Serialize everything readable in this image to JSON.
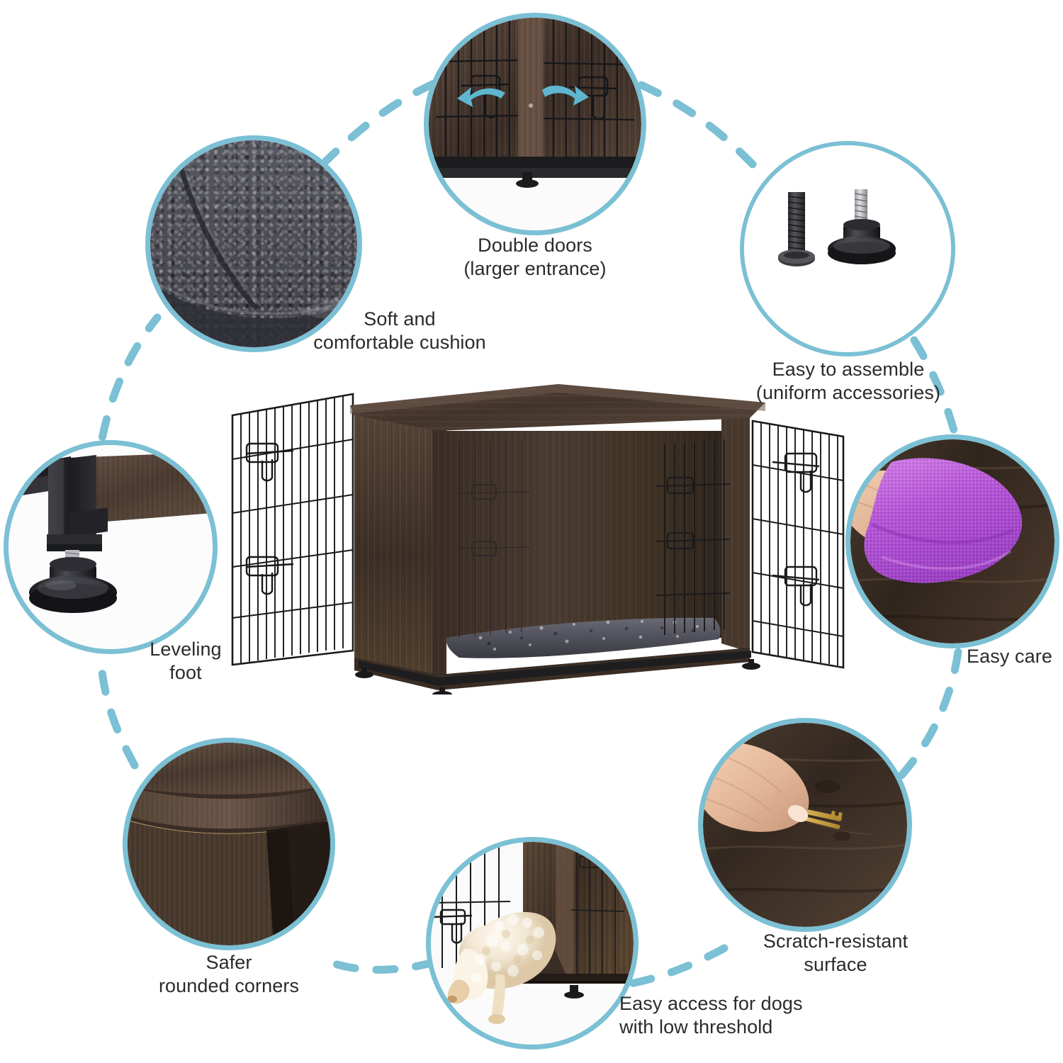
{
  "page": {
    "type": "product-feature-infographic",
    "subject": "Wooden dog crate end table with double wire doors",
    "background_color": "#ffffff",
    "accent_color": "#7bc0d4",
    "text_color": "#2b2b2b"
  },
  "callouts": [
    {
      "id": "double-doors",
      "label": "Double doors\n(larger entrance)",
      "image_alt": "Close-up of the two wire mesh doors with teal arrows pointing at the latches",
      "arrow_color": "#7bc0d4"
    },
    {
      "id": "soft-cushion",
      "label": "Soft and\ncomfortable cushion",
      "image_alt": "Folded corner of a thick grey sherpa fleece cushion"
    },
    {
      "id": "easy-assemble",
      "label": "Easy to assemble\n(uniform accessories)",
      "image_alt": "A black machine screw beside a black adjustable leveling foot"
    },
    {
      "id": "easy-care",
      "label": "Easy care",
      "image_alt": "A hand wiping the wood surface with a purple microfiber cloth"
    },
    {
      "id": "scratch-resistant",
      "label": "Scratch-resistant\nsurface",
      "image_alt": "A hand dragging keys across the dark wood surface leaving no mark"
    },
    {
      "id": "easy-access",
      "label": "Easy access for dogs\nwith low threshold",
      "image_alt": "A small cream curly-haired dog stepping out of the crate over the low threshold"
    },
    {
      "id": "rounded-corners",
      "label": "Safer\nrounded corners",
      "image_alt": "Close-up of a rounded wood corner edge of the table top"
    },
    {
      "id": "leveling-foot",
      "label": "Leveling\nfoot",
      "image_alt": "Close-up of a black adjustable leveling foot screwed into the metal leg"
    }
  ],
  "product": {
    "name": "Dog crate end table",
    "alt": "Rustic dark brown wood dog crate furniture with both black wire mesh doors swung open and a grey fleece bed inside",
    "finish": "rustic dark brown wood",
    "door_count": 2,
    "latches_per_door": 2
  }
}
